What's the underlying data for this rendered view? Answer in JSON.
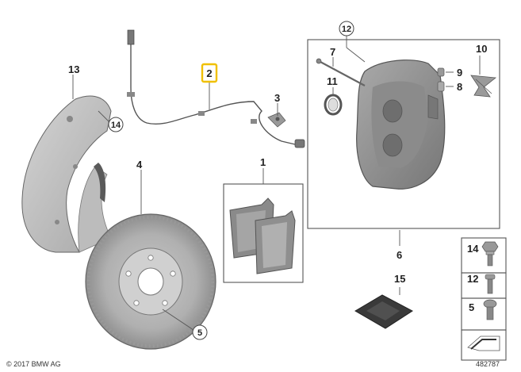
{
  "callouts": {
    "c1": "1",
    "c2": "2",
    "c3": "3",
    "c4": "4",
    "c5": "5",
    "c6": "6",
    "c7": "7",
    "c8": "8",
    "c9": "9",
    "c10": "10",
    "c11": "11",
    "c12": "12",
    "c13": "13",
    "c14": "14",
    "c15": "15"
  },
  "legend": {
    "items": [
      {
        "number": "14"
      },
      {
        "number": "12"
      },
      {
        "number": "5"
      }
    ]
  },
  "footer": {
    "copyright": "© 2017 BMW AG",
    "diagram_number": "482787"
  },
  "colors": {
    "highlight": "#f0c000",
    "outline": "#555555",
    "metal": "#9a9a9a"
  }
}
